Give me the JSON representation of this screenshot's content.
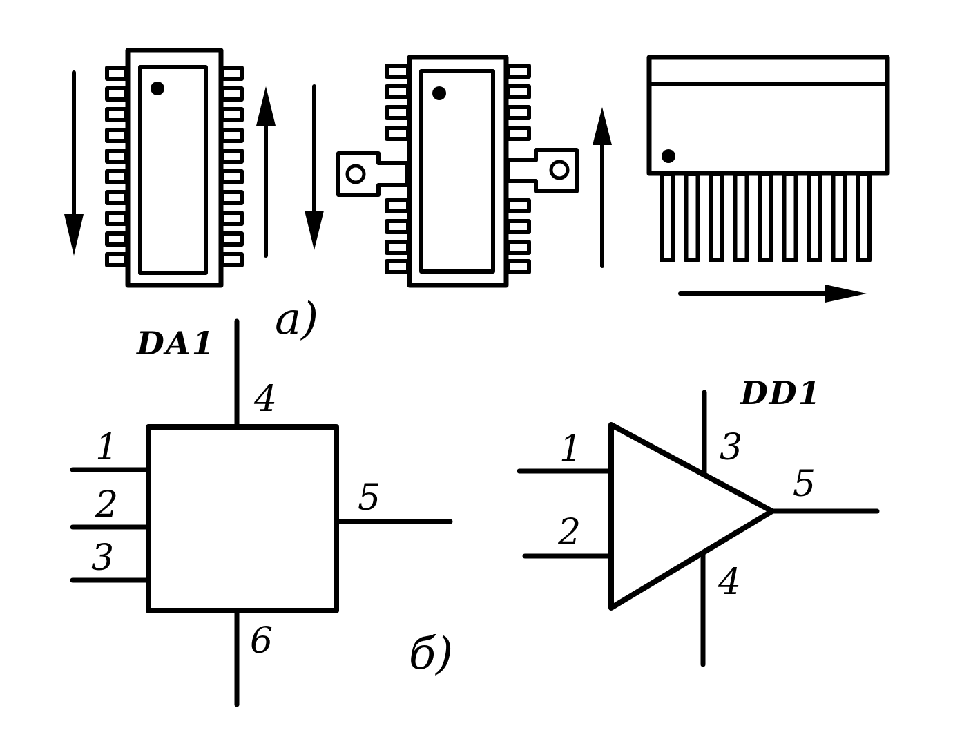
{
  "figure": {
    "part_a_label": "a)",
    "part_b_label": "б)",
    "colors": {
      "ink": "#000000",
      "paper": "#ffffff"
    }
  },
  "packages": [
    {
      "id": "dip-package",
      "description_icon": "chip-package-icon"
    },
    {
      "id": "flanged-package",
      "description_icon": "chip-package-flanged-icon"
    },
    {
      "id": "sip-package",
      "description_icon": "chip-package-sip-icon"
    }
  ],
  "symbols": {
    "da1": {
      "ref": "DA1",
      "pins": {
        "p1": "1",
        "p2": "2",
        "p3": "3",
        "p4": "4",
        "p5": "5",
        "p6": "6"
      }
    },
    "dd1": {
      "ref": "DD1",
      "pins": {
        "p1": "1",
        "p2": "2",
        "p3": "3",
        "p4": "4",
        "p5": "5"
      }
    }
  }
}
